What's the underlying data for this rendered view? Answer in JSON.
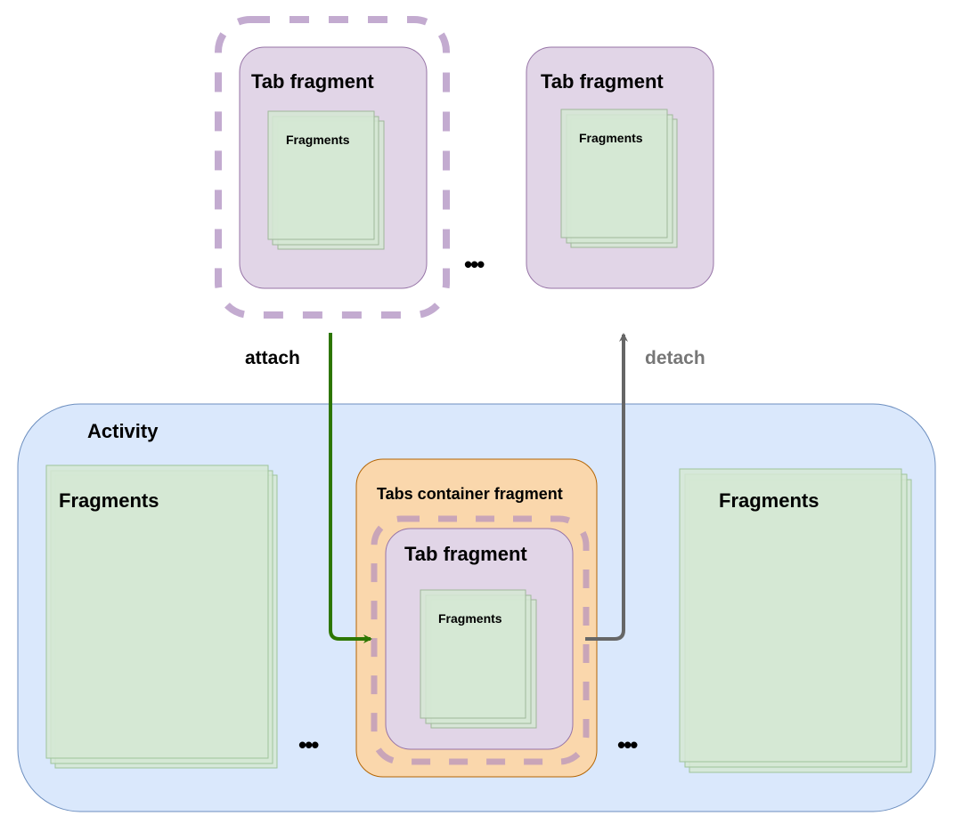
{
  "diagram": {
    "colors": {
      "activity_fill": "#dae8fc",
      "activity_stroke": "#6c8ebf",
      "tab_fill": "#e1d5e7",
      "tab_stroke": "#9673a6",
      "container_fill": "#fad7ac",
      "container_stroke": "#b46504",
      "fragments_fill": "#d5e8d4",
      "fragments_stroke": "#82b366",
      "attach_arrow": "#2d7600",
      "detach_arrow": "#666666",
      "detach_text": "#777777",
      "dashed_highlight": "#c3abd0"
    },
    "top_tabs": [
      {
        "title": "Tab fragment",
        "inner_label": "Fragments",
        "highlighted": true
      },
      {
        "title": "Tab fragment",
        "inner_label": "Fragments",
        "highlighted": false
      }
    ],
    "top_ellipsis": "•••",
    "arrows": {
      "attach_label": "attach",
      "detach_label": "detach"
    },
    "activity": {
      "title": "Activity",
      "left_fragments_label": "Fragments",
      "right_fragments_label": "Fragments",
      "left_ellipsis": "•••",
      "right_ellipsis": "•••",
      "container": {
        "title": "Tabs container fragment",
        "tab": {
          "title": "Tab fragment",
          "inner_label": "Fragments"
        }
      }
    }
  }
}
